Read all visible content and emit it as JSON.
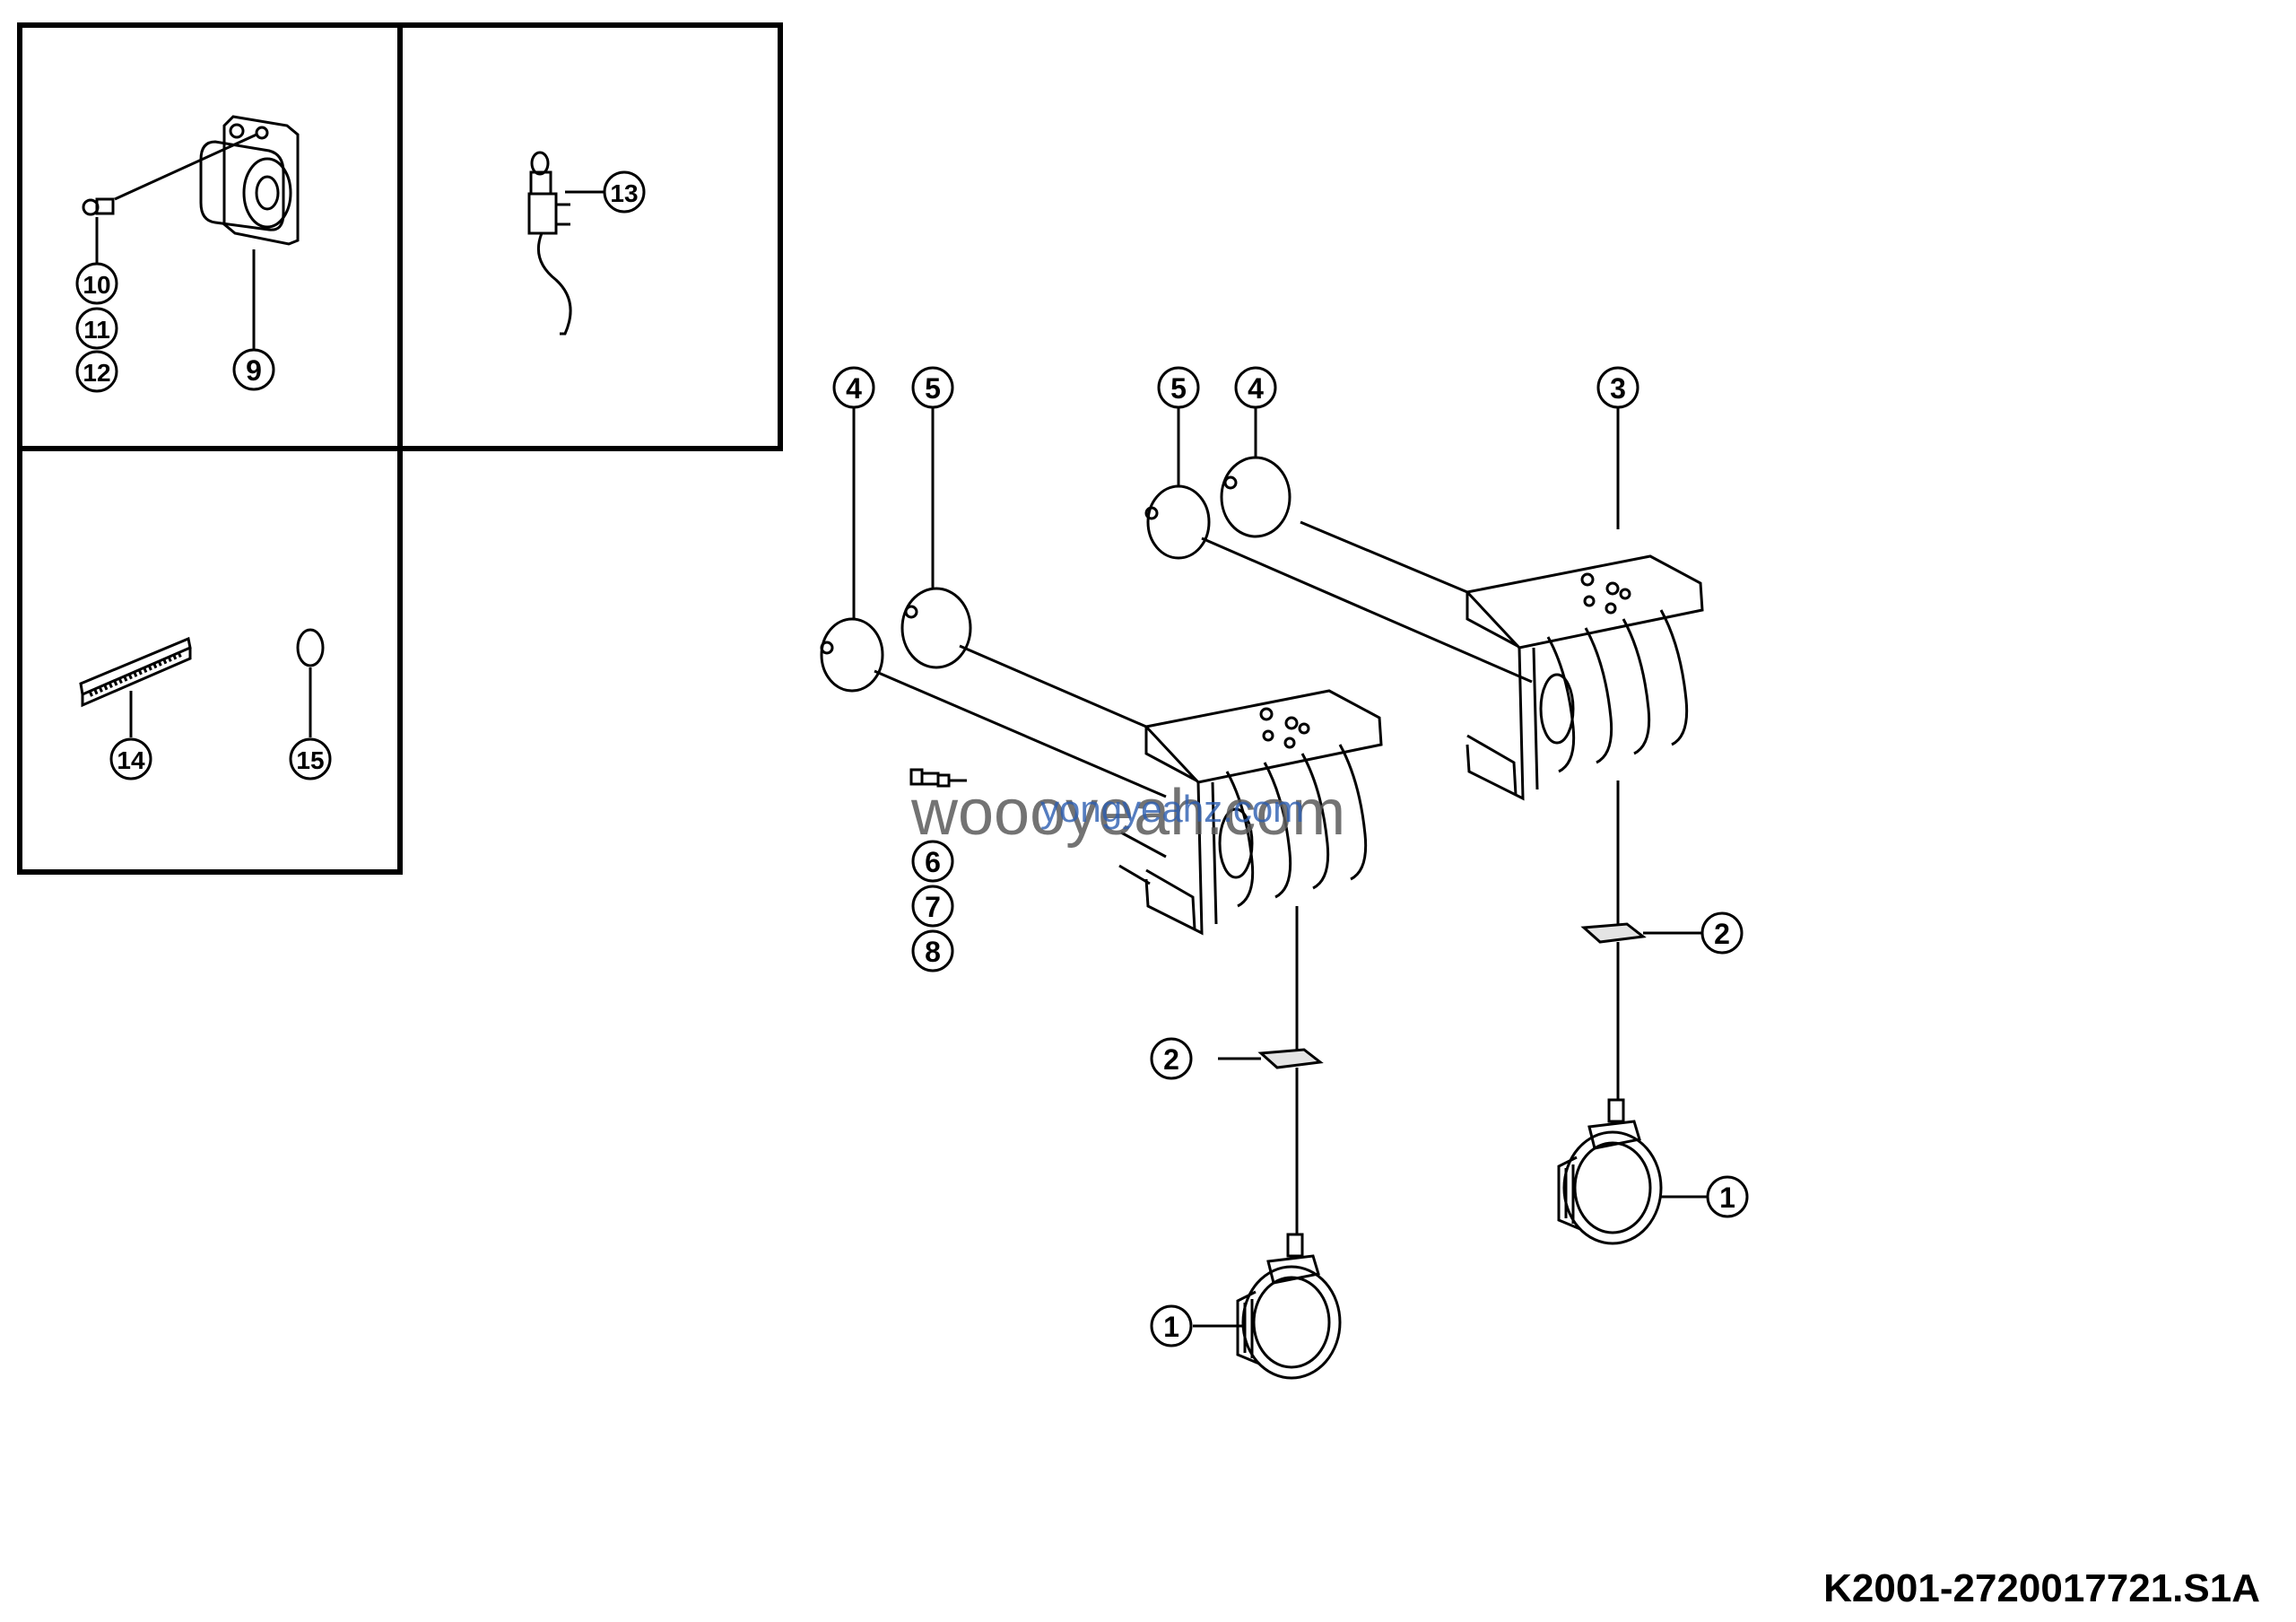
{
  "drawing_code": "K2001-2720017721.S1A",
  "watermark": {
    "primary": "woooyeah.com",
    "secondary": "yongyeahz.com"
  },
  "colors": {
    "line": "#000000",
    "watermark_primary": "#5a5a5a",
    "watermark_secondary": "#2a5db0"
  },
  "callouts": [
    {
      "id": "c1a",
      "label": "1"
    },
    {
      "id": "c1b",
      "label": "1"
    },
    {
      "id": "c2a",
      "label": "2"
    },
    {
      "id": "c2b",
      "label": "2"
    },
    {
      "id": "c3",
      "label": "3"
    },
    {
      "id": "c4a",
      "label": "4"
    },
    {
      "id": "c4b",
      "label": "4"
    },
    {
      "id": "c5a",
      "label": "5"
    },
    {
      "id": "c5b",
      "label": "5"
    },
    {
      "id": "c6",
      "label": "6"
    },
    {
      "id": "c7",
      "label": "7"
    },
    {
      "id": "c8",
      "label": "8"
    },
    {
      "id": "c9",
      "label": "9"
    },
    {
      "id": "c10",
      "label": "10"
    },
    {
      "id": "c11",
      "label": "11"
    },
    {
      "id": "c12",
      "label": "12"
    },
    {
      "id": "c13",
      "label": "13"
    },
    {
      "id": "c14",
      "label": "14"
    },
    {
      "id": "c15",
      "label": "15"
    }
  ]
}
